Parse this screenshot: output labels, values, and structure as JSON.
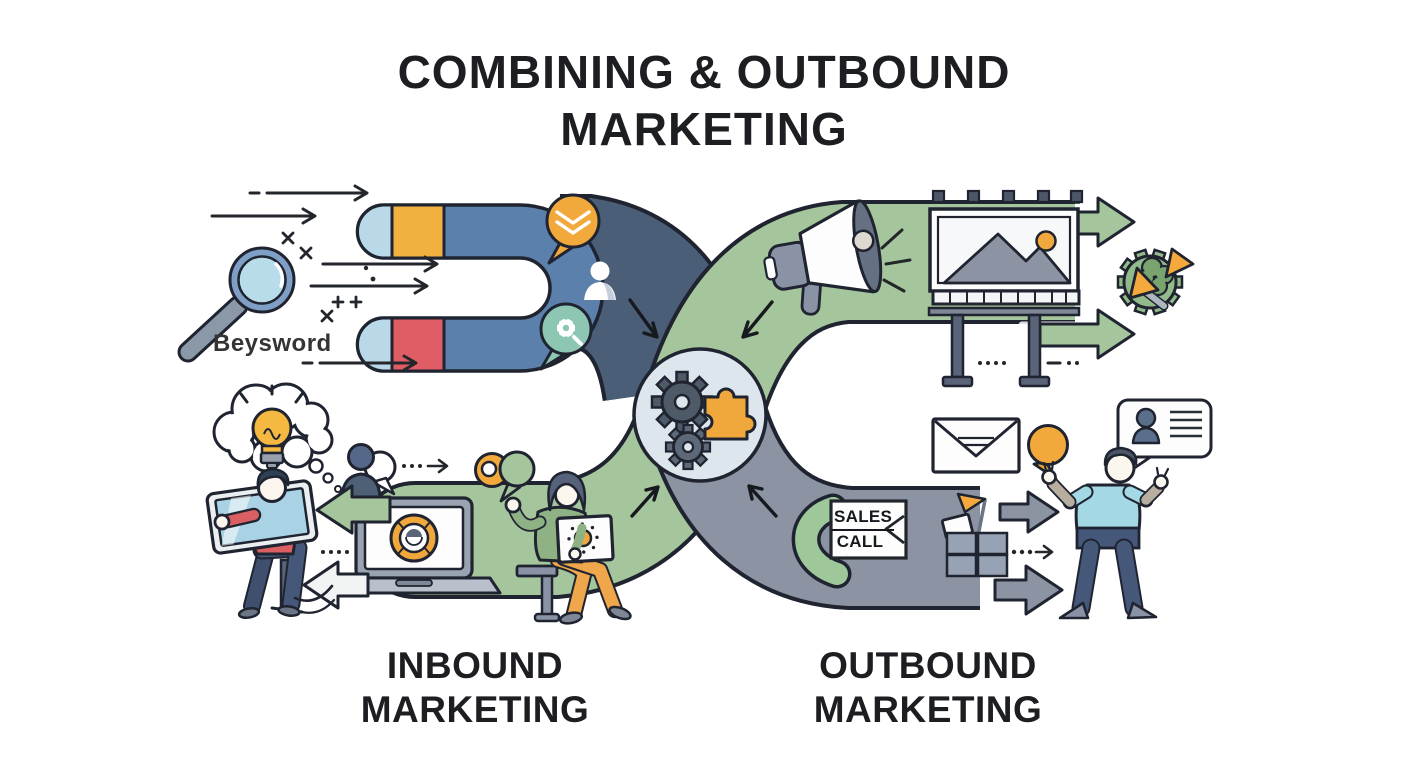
{
  "title": {
    "line1": "COMBINING & OUTBOUND",
    "line2": "MARKETING"
  },
  "inbound": {
    "line1": "INBOUND",
    "line2": "MARKETING"
  },
  "outbound": {
    "line1": "OUTBOUND",
    "line2": "MARKETING"
  },
  "keyword": {
    "text": "Beysword"
  },
  "sign": {
    "line1": "SALES",
    "line2": "CALL"
  },
  "colors": {
    "background": "#ffffff",
    "ink_outline": "#1f2430",
    "text": "#1c1e21",
    "band_green": "#a5c59d",
    "band_dark_blue": "#4b5e78",
    "band_grey": "#8c93a2",
    "center_circle": "#dce6ec",
    "gear_dark": "#4f5a68",
    "puzzle_orange": "#f0a83c",
    "magnet_blue": "#5c80ac",
    "magnet_tip_blue": "#b9d9e8",
    "magnet_band_orange": "#f0b13f",
    "magnet_band_red": "#e05d65",
    "bubble_orange": "#f2a93b",
    "bubble_teal": "#8dc7b4",
    "phone_green": "#9ec79a",
    "gear_green": "#93ba8a",
    "shirt_red": "#d95f62",
    "shirt_green": "#8fb285",
    "shirt_cyan": "#a3d8e4",
    "pants_orange": "#f0a64a",
    "pants_blue": "#46587a",
    "slate_grey": "#8a93a6",
    "lightbulb_orange": "#f5b840"
  },
  "icons": [
    "magnifying-glass-icon",
    "magnet-icon",
    "email-bubble-icon",
    "user-silhouette-icon",
    "gear-bubble-icon",
    "idea-cloud-lightbulb-icon",
    "user-chat-icon",
    "tablet-icon",
    "laptop-avatar-icon",
    "chat-bubbles-icon",
    "gears-icon",
    "puzzle-piece-icon",
    "megaphone-icon",
    "billboard-icon",
    "gear-cursor-icon",
    "envelope-icon",
    "speech-bubble-icon",
    "phone-handset-icon",
    "sales-call-sign",
    "goal-flag-bricks-icon",
    "contact-card-bubble-icon"
  ]
}
